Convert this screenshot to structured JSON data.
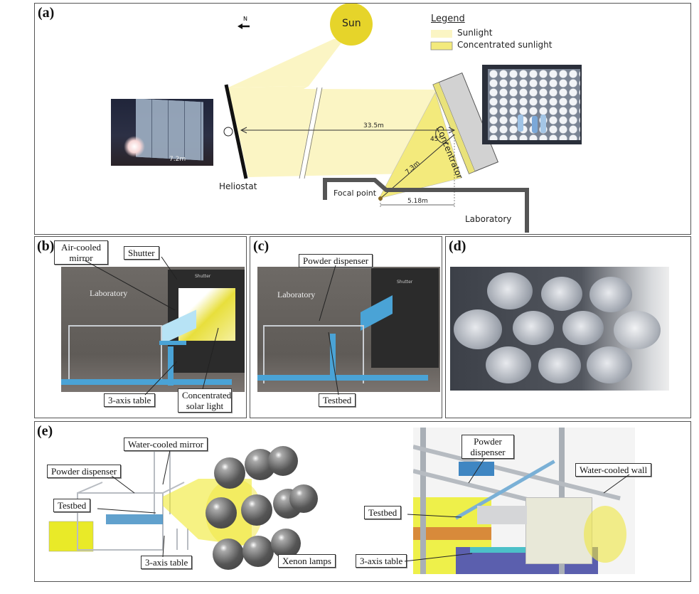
{
  "panels": {
    "a": {
      "label": "(a)",
      "north": "N",
      "sun": "Sun",
      "legend": {
        "title": "Legend",
        "items": [
          {
            "label": "Sunlight",
            "color": "#fbf5c4"
          },
          {
            "label": "Concentrated sunlight",
            "color": "#f3ea7c"
          }
        ]
      },
      "heliostat_label": "Heliostat",
      "heliostat_width": "7.2m",
      "concentrator_label": "Concentrator",
      "distance_main": "33.5m",
      "angle": "45°",
      "distance_focal": "7.3m",
      "distance_lab": "5.18m",
      "focal_point": "Focal point",
      "laboratory": "Laboratory"
    },
    "b": {
      "label": "(b)",
      "callouts": [
        "Air-cooled mirror",
        "Shutter",
        "3-axis table",
        "Concentrated solar light"
      ],
      "scene_text": "Laboratory",
      "shutter_sign": "Shutter"
    },
    "c": {
      "label": "(c)",
      "callouts": [
        "Powder dispenser",
        "Testbed"
      ],
      "scene_text": "Laboratory",
      "shutter_sign": "Shutter"
    },
    "d": {
      "label": "(d)"
    },
    "e": {
      "label": "(e)",
      "left_callouts": [
        "Water-cooled mirror",
        "Powder dispenser",
        "Testbed",
        "3-axis table",
        "Xenon lamps"
      ],
      "right_callouts": [
        "Powder dispenser",
        "Water-cooled wall",
        "Testbed",
        "3-axis table"
      ]
    }
  },
  "colors": {
    "sunlight": "#fbf5c4",
    "concentrated": "#f3ea7c",
    "sun": "#e6d42a",
    "wall": "#555555",
    "blue_steel": "#4aa3d6"
  }
}
